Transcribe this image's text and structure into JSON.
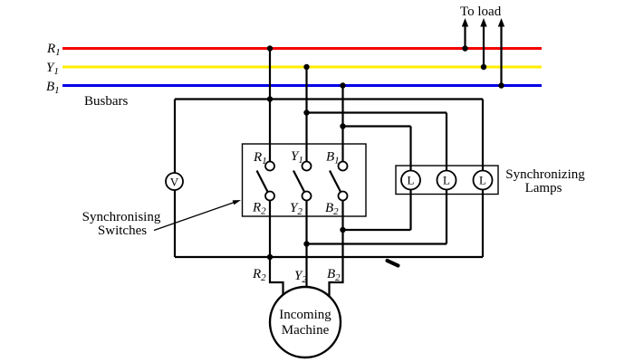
{
  "colors": {
    "phase_r": "#f40000",
    "phase_y": "#ffee00",
    "phase_b": "#0000e8",
    "wire": "#000000"
  },
  "labels": {
    "to_load": "To load",
    "busbars": "Busbars",
    "voltmeter": "V",
    "lamp": "L",
    "bus": {
      "r": {
        "main": "R",
        "sub": "1"
      },
      "y": {
        "main": "Y",
        "sub": "1"
      },
      "b": {
        "main": "B",
        "sub": "1"
      }
    },
    "switch_top": {
      "r": {
        "main": "R",
        "sub": "1"
      },
      "y": {
        "main": "Y",
        "sub": "1"
      },
      "b": {
        "main": "B",
        "sub": "1"
      }
    },
    "switch_bottom": {
      "r": {
        "main": "R",
        "sub": "2"
      },
      "y": {
        "main": "Y",
        "sub": "2"
      },
      "b": {
        "main": "B",
        "sub": "2"
      }
    },
    "machine_terminals": {
      "r": {
        "main": "R",
        "sub": "2"
      },
      "y": {
        "main": "Y",
        "sub": "2"
      },
      "b": {
        "main": "B",
        "sub": "2"
      }
    },
    "sync_switches": {
      "line1": "Synchronising",
      "line2": "Switches"
    },
    "sync_lamps": {
      "line1": "Synchronizing",
      "line2": "Lamps"
    },
    "machine": {
      "line1": "Incoming",
      "line2": "Machine"
    }
  }
}
